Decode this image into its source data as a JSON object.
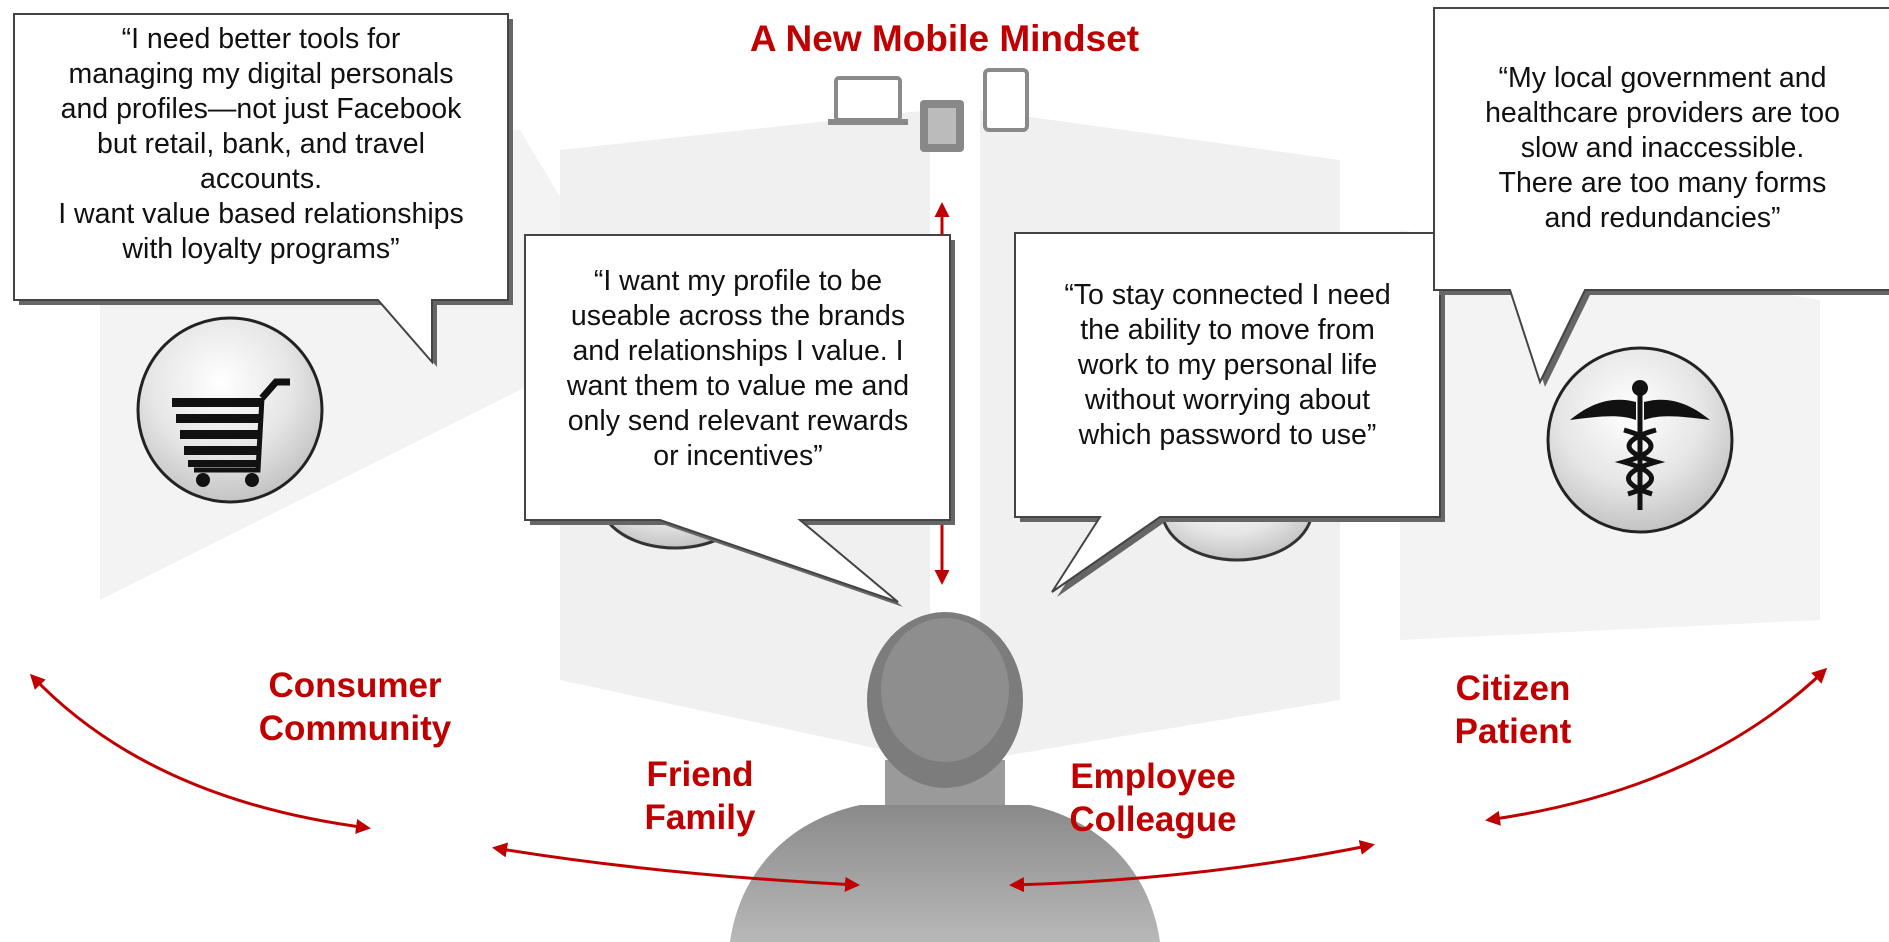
{
  "title": "A New Mobile Mindset",
  "colors": {
    "accent": "#c00000",
    "bubble_bg": "#ffffff",
    "bubble_border": "#555555",
    "backdrop": "#f2f2f2"
  },
  "devices": [
    "laptop-icon",
    "phone-icon",
    "tablet-icon"
  ],
  "bubbles": [
    {
      "id": "consumer",
      "text": "“I need better tools for\nmanaging my digital personals\nand profiles—not just Facebook\nbut retail, bank, and travel\naccounts.\nI want value based relationships\nwith loyalty programs”"
    },
    {
      "id": "friend",
      "text": "“I want my profile to be\nuseable across the brands\nand relationships I value. I\nwant them to value me and\nonly send relevant rewards\nor incentives”"
    },
    {
      "id": "employee",
      "text": "“To stay connected I need\nthe ability to move from\nwork to my personal life\nwithout worrying about\nwhich password to use”"
    },
    {
      "id": "citizen",
      "text": "“My local government and\nhealthcare providers are too\nslow and inaccessible.\nThere are too many forms\nand redundancies”"
    }
  ],
  "labels": {
    "consumer": "Consumer\nCommunity",
    "friend": "Friend\nFamily",
    "employee": "Employee\nColleague",
    "citizen": "Citizen\nPatient"
  },
  "icons": {
    "shopping": "shopping-cart-icon",
    "health": "caduceus-icon"
  }
}
